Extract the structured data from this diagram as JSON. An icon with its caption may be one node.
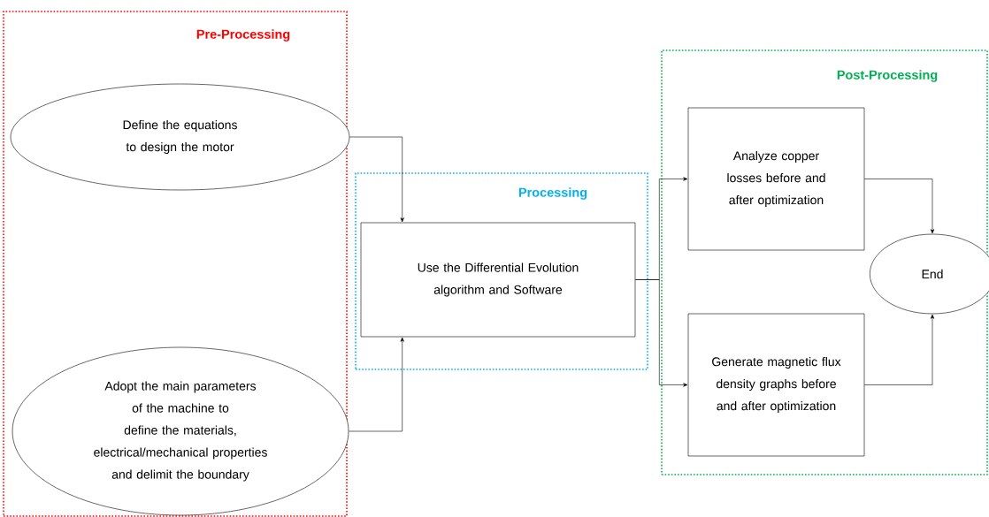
{
  "diagram": {
    "nodes": [
      {
        "text": [
          "Pre-Processing"
        ]
      },
      {
        "text": [
          "Define the equations to design the motor"
        ],
        "in": 0
      },
      {
        "text": [
          "Adopt the main parameters of the machine to define the materials, electrical/mechanical properties and delimit the boundary"
        ],
        "in": 0
      },
      {
        "text": [
          "Processing"
        ]
      },
      {
        "text": [
          "Use the Differential Evolution algorithm and Software"
        ],
        "in": 3
      },
      {
        "text": [
          "Post-Processing"
        ]
      },
      {
        "text": [
          "Analyze copper losses before and after optimization"
        ],
        "in": 5
      },
      {
        "text": [
          "Generate magnetic flux density graphs before and after optimization"
        ],
        "in": 5
      },
      {
        "text": [
          "End"
        ],
        "in": 5
      }
    ],
    "edges": [
      {
        "from": 1,
        "to": 4,
        "arrow": "to"
      },
      {
        "from": 2,
        "to": 4,
        "arrow": "to"
      },
      {
        "from": 4,
        "to": 6,
        "arrow": "to"
      },
      {
        "from": 4,
        "to": 7,
        "arrow": "to"
      },
      {
        "from": 6,
        "to": 8,
        "arrow": "to"
      },
      {
        "from": 7,
        "to": 8,
        "arrow": "to"
      }
    ]
  }
}
